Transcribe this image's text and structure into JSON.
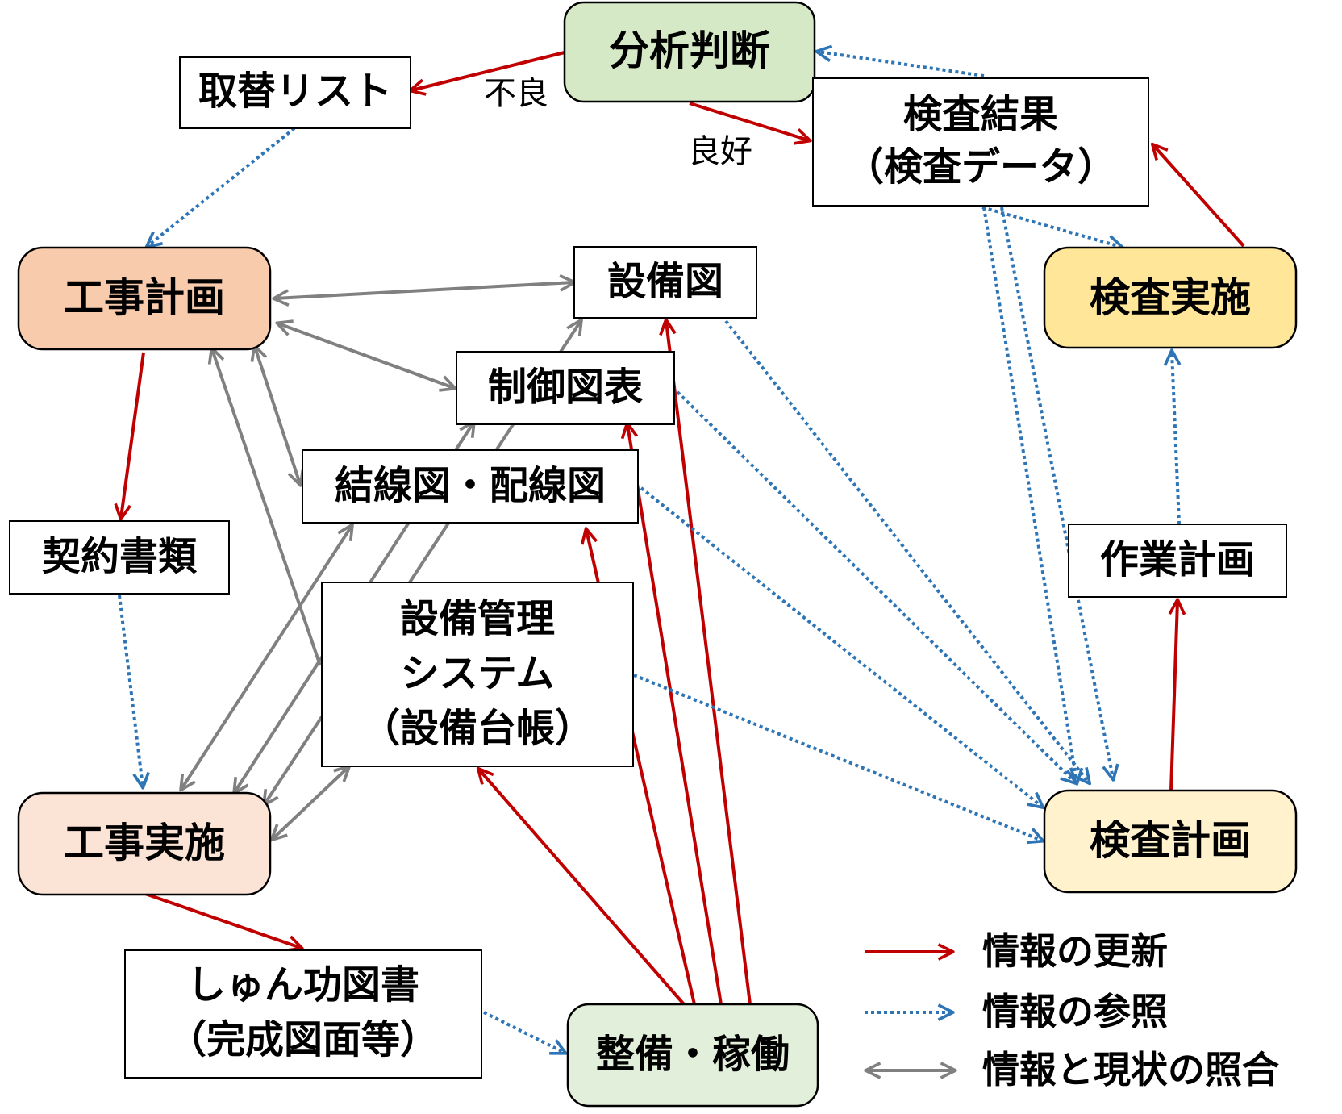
{
  "colors": {
    "update": "#C00000",
    "reference": "#2E75B6",
    "collation": "#808080",
    "analysis_fill": "#D6E9C6",
    "plan_fill": "#F8CBAD",
    "exec_fill": "#FBE3D6",
    "inspect_fill": "#FFE699",
    "inspectplan_fill": "#FFF2CC",
    "operate_fill": "#E2EFDA"
  },
  "nodes": {
    "analysis": [
      "分析判断"
    ],
    "replace_list": [
      "取替リスト"
    ],
    "inspection_result": [
      "検査結果",
      "（検査データ）"
    ],
    "construction_plan": [
      "工事計画"
    ],
    "equipment_drawing": [
      "設備図"
    ],
    "inspection_exec": [
      "検査実施"
    ],
    "control_chart": [
      "制御図表"
    ],
    "wiring_diagram": [
      "結線図・配線図"
    ],
    "contract_docs": [
      "契約書類"
    ],
    "work_plan": [
      "作業計画"
    ],
    "management_system": [
      "設備管理",
      "システム",
      "（設備台帳）"
    ],
    "construction_exec": [
      "工事実施"
    ],
    "inspection_plan": [
      "検査計画"
    ],
    "completion_docs": [
      "しゅん功図書",
      "（完成図面等）"
    ],
    "maintenance_operation": [
      "整備・稼働"
    ]
  },
  "edge_labels": {
    "bad": "不良",
    "good": "良好"
  },
  "legend": {
    "update": "情報の更新",
    "reference": "情報の参照",
    "collation": "情報と現状の照合"
  }
}
